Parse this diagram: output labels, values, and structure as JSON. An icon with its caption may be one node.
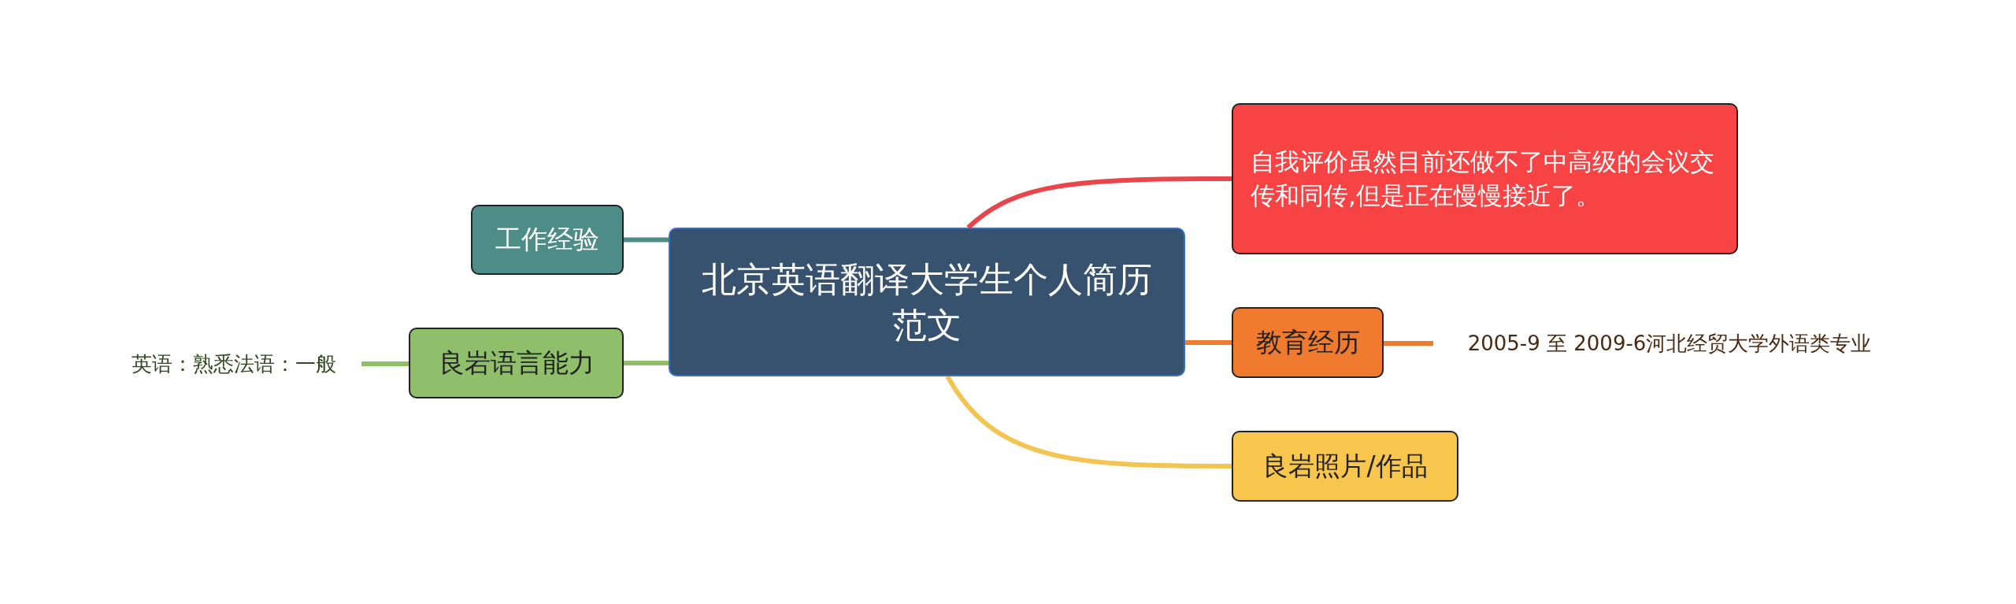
{
  "diagram": {
    "nodes": [
      {
        "text": [
          "北京英语翻译大学生个人简历范文"
        ]
      },
      {
        "text": [
          "工作经验"
        ]
      },
      {
        "text": [
          "良岩语言能力"
        ]
      },
      {
        "text": [
          "英语：熟悉法语：一般"
        ]
      },
      {
        "text": [
          "自我评价虽然目前还做不了中高级的会议交传和同传,但是正在慢慢接近了。"
        ]
      },
      {
        "text": [
          "教育经历"
        ]
      },
      {
        "text": [
          "2005-9 至 2009-6河北经贸大学外语类专业"
        ]
      },
      {
        "text": [
          "良岩照片/作品"
        ]
      }
    ],
    "edges": [
      {
        "from": 0,
        "to": 1,
        "arrow": "none",
        "color": "#4e8c88"
      },
      {
        "from": 0,
        "to": 2,
        "arrow": "none",
        "color": "#8fbf6a"
      },
      {
        "from": 2,
        "to": 3,
        "arrow": "none",
        "color": "#8fbf6a"
      },
      {
        "from": 0,
        "to": 4,
        "arrow": "none",
        "color": "#e8464a"
      },
      {
        "from": 0,
        "to": 5,
        "arrow": "none",
        "color": "#f07a2d"
      },
      {
        "from": 5,
        "to": 6,
        "arrow": "none",
        "color": "#f07a2d"
      },
      {
        "from": 0,
        "to": 7,
        "arrow": "none",
        "color": "#f3c550"
      }
    ]
  }
}
